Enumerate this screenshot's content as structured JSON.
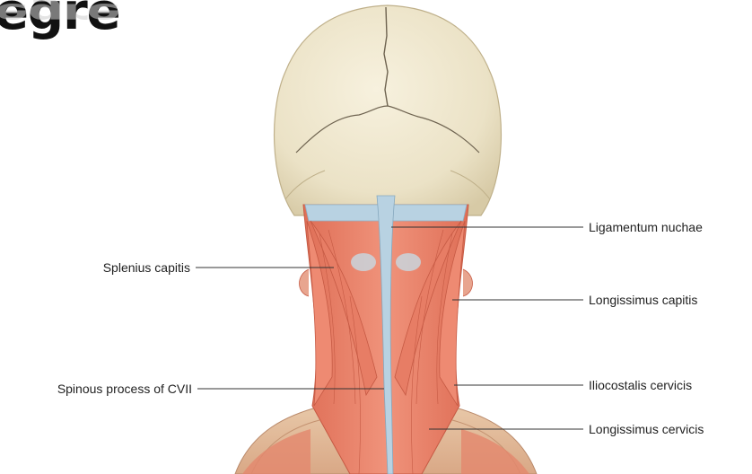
{
  "title": "egre",
  "labels": {
    "ligamentum_nuchae": "Ligamentum nuchae",
    "splenius_capitis": "Splenius capitis",
    "longissimus_capitis": "Longissimus capitis",
    "spinous_process_cvii": "Spinous process of CVII",
    "iliocostalis_cervicis": "Iliocostalis cervicis",
    "longissimus_cervicis": "Longissimus cervicis"
  },
  "colors": {
    "skull": "#eee6cf",
    "skull_shadow": "#d8ccaa",
    "muscle": "#e9826a",
    "muscle_dark": "#d46a52",
    "ligament": "#aac8dc",
    "leader_line": "#333333"
  }
}
